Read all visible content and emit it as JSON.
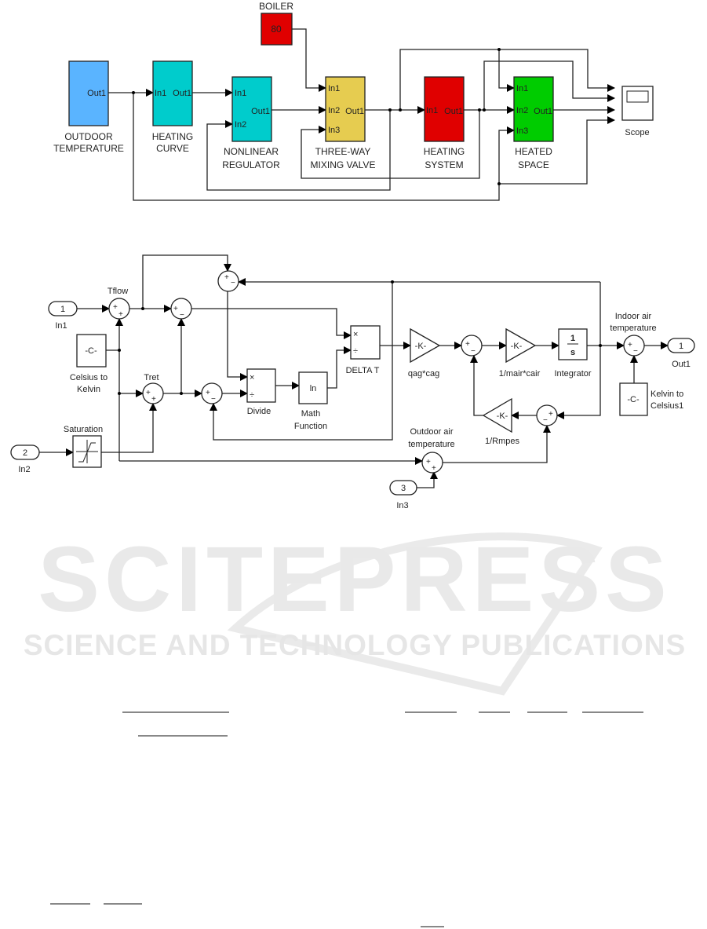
{
  "top_diagram": {
    "boiler": {
      "label": "BOILER",
      "value": "80",
      "color": "#e00000"
    },
    "blocks": [
      {
        "id": "outdoor",
        "line1": "OUTDOOR",
        "line2": "TEMPERATURE",
        "out": "Out1",
        "color": "#5ab4ff"
      },
      {
        "id": "heating_curve",
        "line1": "HEATING",
        "line2": "CURVE",
        "in": "In1",
        "out": "Out1",
        "color": "#00cccc"
      },
      {
        "id": "regulator",
        "line1": "NONLINEAR",
        "line2": "REGULATOR",
        "in1": "In1",
        "in2": "In2",
        "out": "Out1",
        "color": "#00cccc"
      },
      {
        "id": "valve",
        "line1": "THREE-WAY",
        "line2": "MIXING VALVE",
        "in1": "In1",
        "in2": "In2",
        "in3": "In3",
        "out": "Out1",
        "color": "#e6cc50"
      },
      {
        "id": "heating_system",
        "line1": "HEATING",
        "line2": "SYSTEM",
        "in": "In1",
        "out": "Out1",
        "color": "#e00000"
      },
      {
        "id": "heated_space",
        "line1": "HEATED",
        "line2": "SPACE",
        "in1": "In1",
        "in2": "In2",
        "in3": "In3",
        "out": "Out1",
        "color": "#00cc00"
      }
    ],
    "scope": {
      "label": "Scope"
    }
  },
  "bottom_diagram": {
    "in1": {
      "num": "1",
      "label": "In1"
    },
    "in2": {
      "num": "2",
      "label": "In2"
    },
    "in3": {
      "num": "3",
      "label": "In3"
    },
    "out1": {
      "num": "1",
      "label": "Out1"
    },
    "tflow": "Tflow",
    "tret": "Tret",
    "celsius_to_kelvin": {
      "value": "-C-",
      "line1": "Celsius to",
      "line2": "Kelvin"
    },
    "kelvin_to_celsius": {
      "value": "-C-",
      "line1": "Kelvin to",
      "line2": "Celsius1"
    },
    "saturation": "Saturation",
    "divide": {
      "label": "Divide",
      "mul": "×",
      "div": "÷"
    },
    "math_function": {
      "value": "ln",
      "line1": "Math",
      "line2": "Function"
    },
    "delta_t": {
      "label": "DELTA T",
      "mul": "×",
      "div": "÷"
    },
    "gain_qag": {
      "value": "-K-",
      "label": "qag*cag"
    },
    "gain_mair": {
      "value": "-K-",
      "label": "1/mair*cair"
    },
    "gain_rmpes": {
      "value": "-K-",
      "label": "1/Rmpes"
    },
    "integrator": {
      "num": "1",
      "den": "s",
      "label": "Integrator"
    },
    "indoor": {
      "line1": "Indoor air",
      "line2": "temperature"
    },
    "outdoor": {
      "line1": "Outdoor air",
      "line2": "temperature"
    },
    "signs": {
      "plus": "+",
      "minus": "−"
    }
  },
  "watermark": {
    "main": "SCITEPRESS",
    "sub": "SCIENCE AND TECHNOLOGY PUBLICATIONS"
  }
}
